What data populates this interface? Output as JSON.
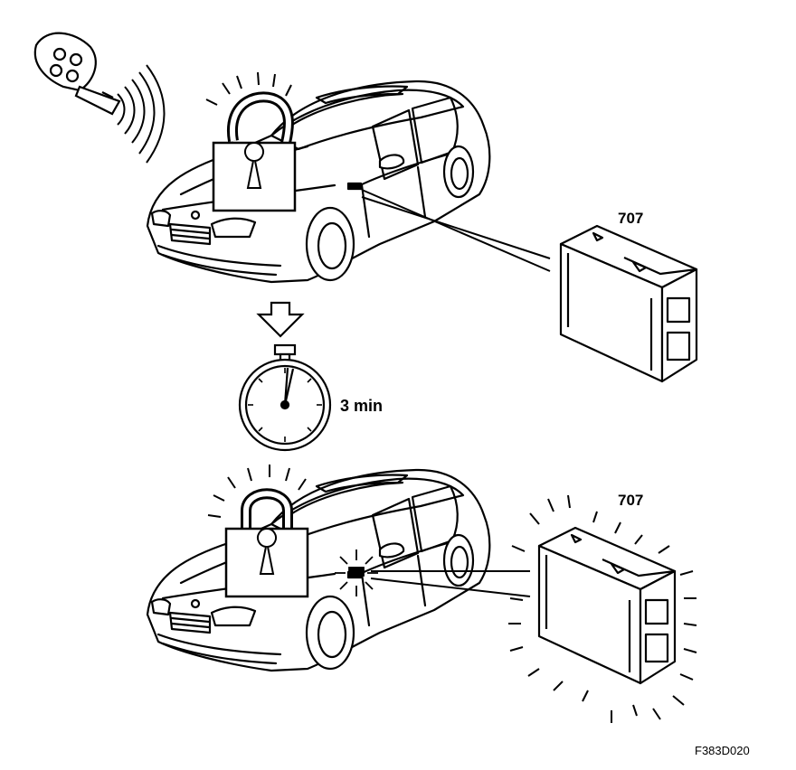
{
  "diagram": {
    "module_label_top": "707",
    "module_label_bottom": "707",
    "timer_label": "3 min",
    "figure_id": "F383D020"
  },
  "icons": {
    "key_fob": "remote-key-fob-icon",
    "unlocked_padlock": "unlocked-padlock-icon",
    "locked_padlock": "locked-padlock-icon",
    "down_arrow": "down-arrow-icon",
    "stopwatch": "stopwatch-icon",
    "control_module": "control-module-icon"
  },
  "colors": {
    "ink": "#000000",
    "paper": "#ffffff"
  }
}
